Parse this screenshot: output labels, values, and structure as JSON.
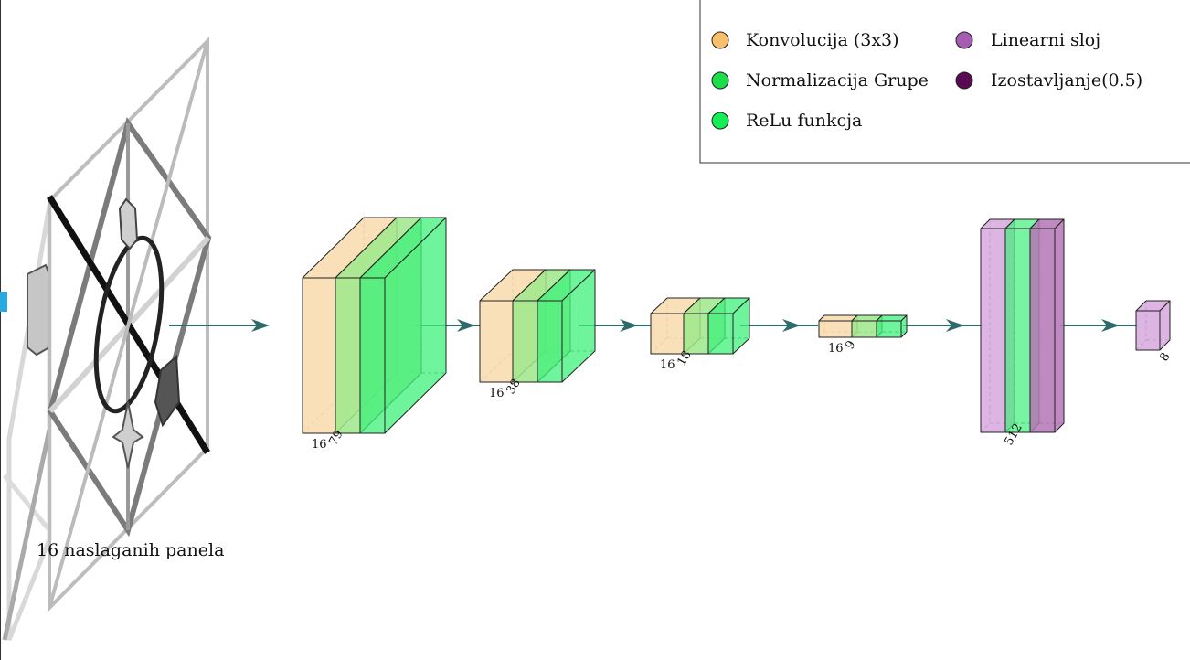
{
  "colors": {
    "conv": "#f9ddb1",
    "norm": "#9ee88a",
    "relu": "#3ef07a",
    "relu_light": "#7ff7a6",
    "linear": "#d7a8dd",
    "dropout": "#b476b6",
    "arrow": "#2e6b6b",
    "legend_conv": "#fbbf6b",
    "legend_norm": "#1bde4a",
    "legend_relu": "#14ee55",
    "legend_linear": "#a45db3",
    "legend_dropout": "#5a0a55"
  },
  "legend": {
    "items": [
      {
        "label": "Konvolucija (3x3)",
        "icon": "orange-circle"
      },
      {
        "label": "Normalizacija Grupe",
        "icon": "green-circle"
      },
      {
        "label": "ReLu funkcja",
        "icon": "bright-green-circle"
      },
      {
        "label": "Linearni sloj",
        "icon": "purple-circle"
      },
      {
        "label": "Izostavljanje(0.5)",
        "icon": "dark-purple-circle"
      }
    ]
  },
  "input": {
    "caption": "16 naslaganih panela"
  },
  "blocks": [
    {
      "depth_label": "16",
      "size_label": "79"
    },
    {
      "depth_label": "16",
      "size_label": "38"
    },
    {
      "depth_label": "16",
      "size_label": "18"
    },
    {
      "depth_label": "16",
      "size_label": "9"
    }
  ],
  "fc": {
    "size_label": "512"
  },
  "output": {
    "size_label": "8"
  }
}
